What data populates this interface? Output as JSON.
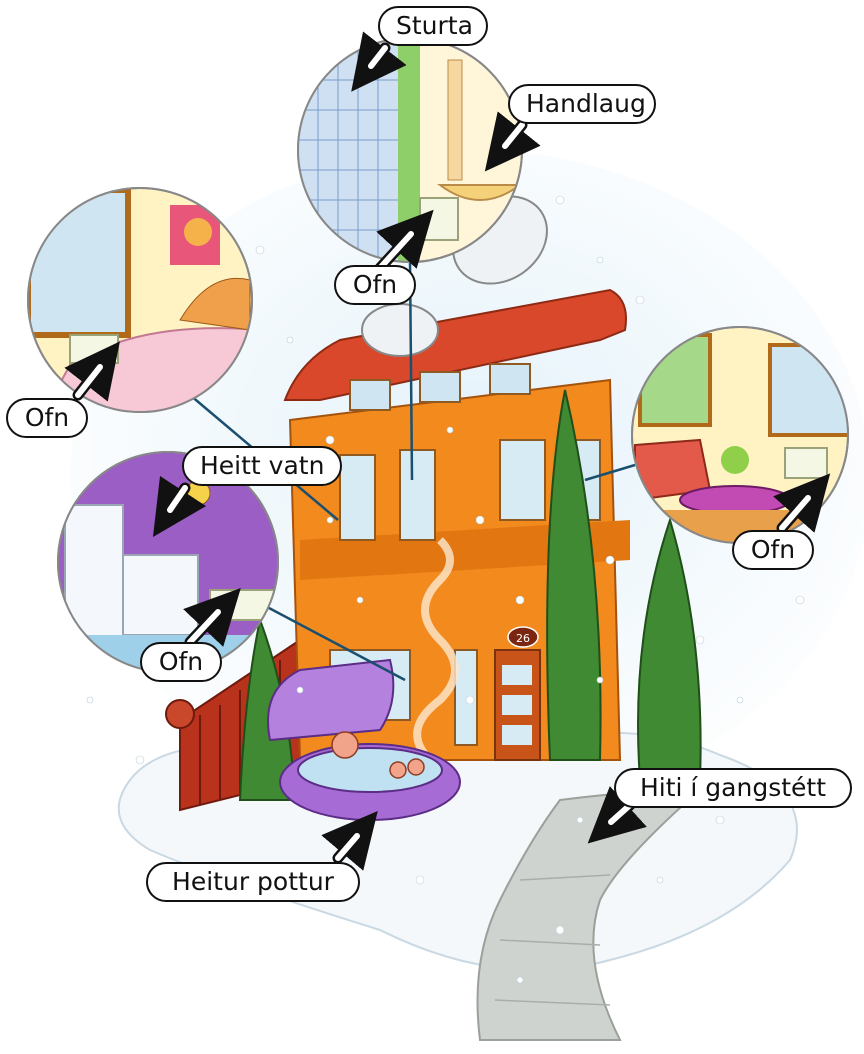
{
  "labels": {
    "sturta": "Sturta",
    "handlaug": "Handlaug",
    "ofn_bathroom": "Ofn",
    "ofn_bedroom": "Ofn",
    "heitt_vatn": "Heitt vatn",
    "ofn_kitchen": "Ofn",
    "ofn_livingroom": "Ofn",
    "hiti_gangstett": "Hiti í gangstétt",
    "heitur_pottur": "Heitur pottur"
  },
  "house_number": "26",
  "colors": {
    "sky": "#dceef7",
    "house": "#f28a1e",
    "roof": "#d9482a",
    "snow": "#ffffff",
    "tree": "#3f8a32",
    "hot_tub": "#a76bd6",
    "path": "#cfd3cf"
  }
}
